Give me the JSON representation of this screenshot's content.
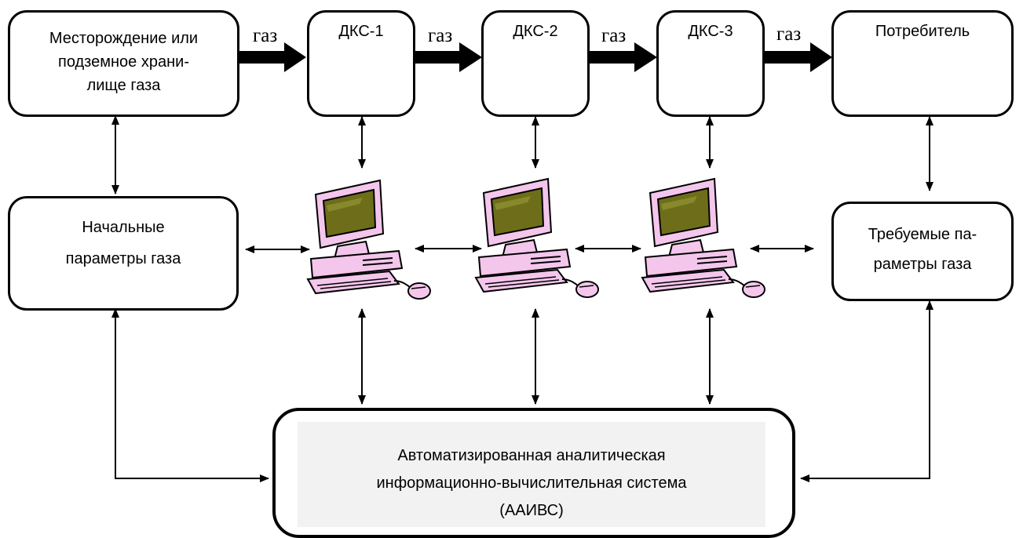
{
  "nodes": {
    "source": [
      "Месторождение или",
      "подземное храни-",
      "лище газа"
    ],
    "dks1": "ДКС-1",
    "dks2": "ДКС-2",
    "dks3": "ДКС-3",
    "consumer": "Потребитель",
    "initial_params": [
      "Начальные",
      "параметры газа"
    ],
    "required_params": [
      "Требуемые па-",
      "раметры газа"
    ],
    "system": [
      "Автоматизированная аналитическая",
      "информационно-вычислительная система",
      "(ААИВС)"
    ]
  },
  "flow_label": "газ",
  "colors": {
    "stroke": "#000000",
    "monitor": "#f4c6ec",
    "screen": "#6e6e1a",
    "system_fill": "#f2f2f2"
  },
  "icons": [
    "computer-icon",
    "computer-icon",
    "computer-icon"
  ]
}
